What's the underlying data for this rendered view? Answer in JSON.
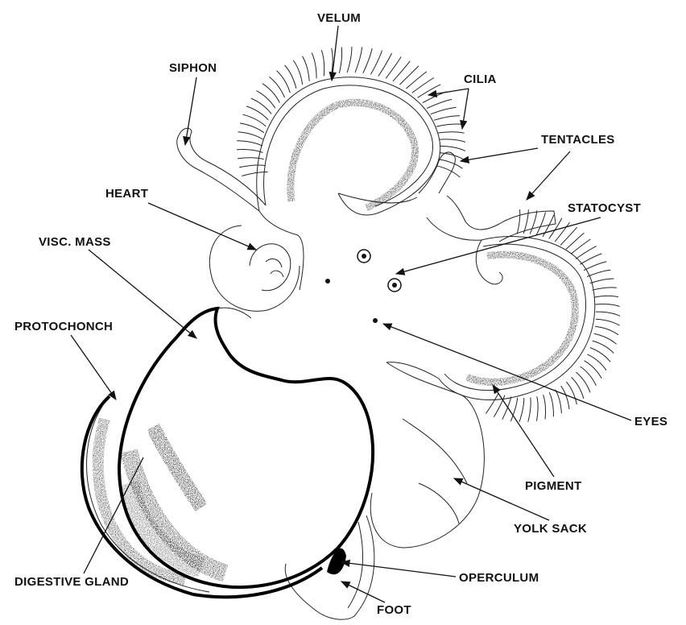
{
  "labels": {
    "velum": "VELUM",
    "siphon": "SIPHON",
    "cilia": "CILIA",
    "tentacles": "TENTACLES",
    "heart": "HEART",
    "statocyst": "STATOCYST",
    "visc_mass": "VISC. MASS",
    "protochonch": "PROTOCHONCH",
    "eyes": "EYES",
    "pigment": "PIGMENT",
    "yolk_sack": "YOLK SACK",
    "digestive_gland": "DIGESTIVE GLAND",
    "operculum": "OPERCULUM",
    "foot": "FOOT"
  }
}
